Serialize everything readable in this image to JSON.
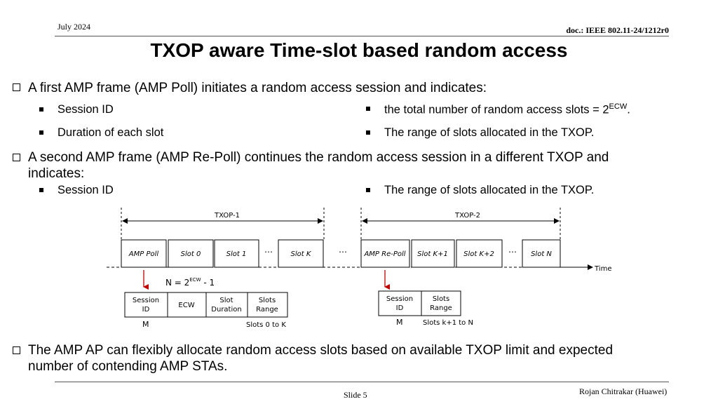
{
  "header": {
    "date": "July 2024",
    "doc_id": "doc.: IEEE 802.11-24/1212r0"
  },
  "title": "TXOP aware Time-slot based random access",
  "bullets": {
    "b1": {
      "text": "A first AMP frame (AMP Poll) initiates a random access session and indicates:",
      "left": [
        "Session ID",
        "Duration of each slot"
      ],
      "right1": "the total number of random access slots = 2",
      "right1_sup": "ECW",
      "right1_end": ".",
      "right2": "The range of slots allocated in the TXOP."
    },
    "b2": {
      "line1": "A second AMP frame (AMP Re-Poll) continues the random access session in a different TXOP and",
      "line2": "indicates:",
      "left": "Session ID",
      "right": "The range of slots allocated in the TXOP."
    },
    "b3": {
      "line1": "The AMP AP can flexibly allocate random access slots based on available TXOP limit and expected",
      "line2": "number of contending AMP STAs."
    }
  },
  "diagram": {
    "txop1": "TXOP-1",
    "txop2": "TXOP-2",
    "slots1": [
      "AMP Poll",
      "Slot 0",
      "Slot 1",
      "Slot K"
    ],
    "slots2": [
      "AMP Re-Poll",
      "Slot K+1",
      "Slot K+2",
      "Slot N"
    ],
    "dots": "…",
    "time": "Time",
    "formula": {
      "pre": "N = 2",
      "sup": "ECW",
      "post": " - 1"
    },
    "fields1": [
      [
        "Session",
        "ID"
      ],
      [
        "ECW"
      ],
      [
        "Slot",
        "Duration"
      ],
      [
        "Slots",
        "Range"
      ]
    ],
    "fields2": [
      [
        "Session",
        "ID"
      ],
      [
        "Slots",
        "Range"
      ]
    ],
    "m1": "M",
    "range1": "Slots 0 to K",
    "m2": "M",
    "range2": "Slots k+1 to N"
  },
  "footer": {
    "slide": "Slide 5",
    "author": "Rojan Chitrakar (Huawei)"
  }
}
